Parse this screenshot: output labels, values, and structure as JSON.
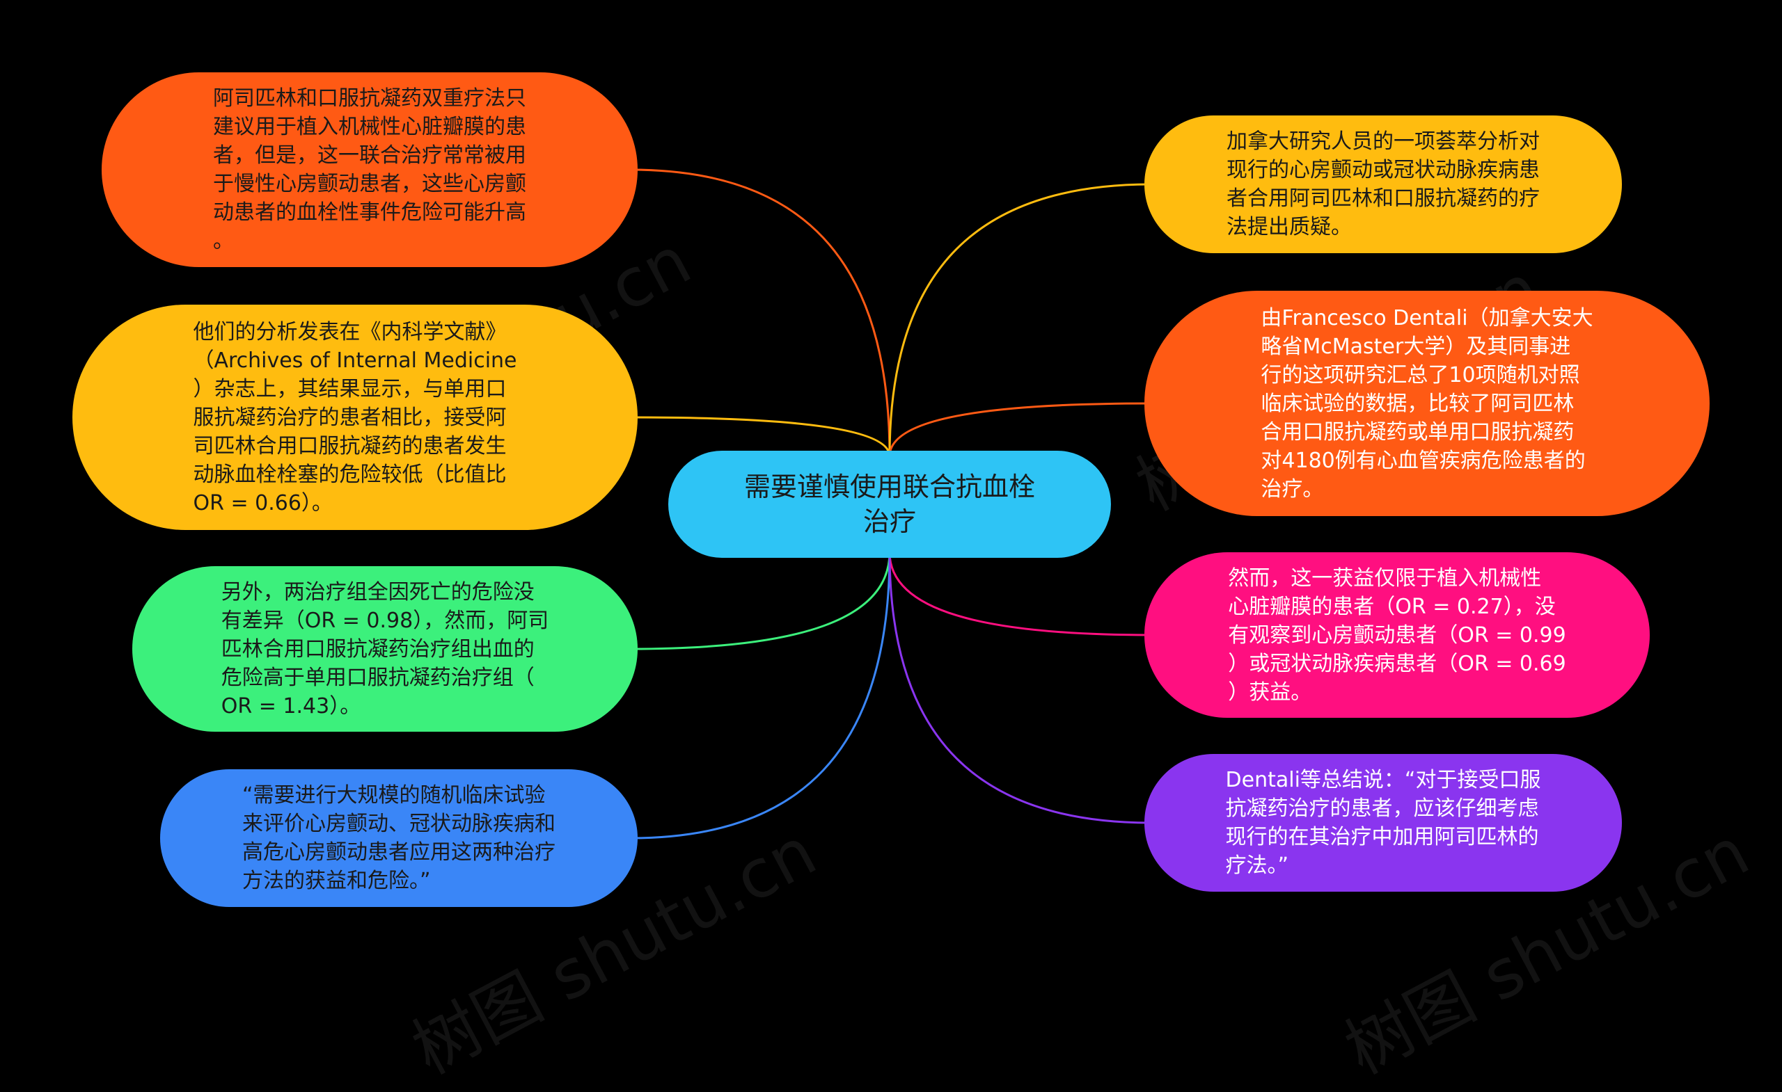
{
  "center": {
    "text": "需要谨慎使用联合抗血栓\n治疗",
    "color": "#2ec4f5"
  },
  "nodes": [
    {
      "id": "left-1",
      "color": "#ff5a14",
      "text": "阿司匹林和口服抗凝药双重疗法只\n建议用于植入机械性心脏瓣膜的患\n者，但是，这一联合治疗常常被用\n于慢性心房颤动患者，这些心房颤\n动患者的血栓性事件危险可能升高\n。"
    },
    {
      "id": "left-2",
      "color": "#ffbc0f",
      "text": "他们的分析发表在《内科学文献》\n（Archives of Internal Medicine\n）杂志上，其结果显示，与单用口\n服抗凝药治疗的患者相比，接受阿\n司匹林合用口服抗凝药的患者发生\n动脉血栓栓塞的危险较低（比值比\nOR = 0.66）。"
    },
    {
      "id": "left-3",
      "color": "#3cf07c",
      "text": "另外，两治疗组全因死亡的危险没\n有差异（OR = 0.98），然而，阿司\n匹林合用口服抗凝药治疗组出血的\n危险高于单用口服抗凝药治疗组（\nOR = 1.43）。"
    },
    {
      "id": "left-4",
      "color": "#3a86f7",
      "text": "“需要进行大规模的随机临床试验\n来评价心房颤动、冠状动脉疾病和\n高危心房颤动患者应用这两种治疗\n方法的获益和危险。”"
    },
    {
      "id": "right-1",
      "color": "#ffbc0f",
      "text": "加拿大研究人员的一项荟萃分析对\n现行的心房颤动或冠状动脉疾病患\n者合用阿司匹林和口服抗凝药的疗\n法提出质疑。"
    },
    {
      "id": "right-2",
      "color": "#ff5a14",
      "text": "由Francesco Dentali（加拿大安大\n略省McMaster大学）及其同事进\n行的这项研究汇总了10项随机对照\n临床试验的数据，比较了阿司匹林\n合用口服抗凝药或单用口服抗凝药\n对4180例有心血管疾病危险患者的\n治疗。"
    },
    {
      "id": "right-3",
      "color": "#ff0f80",
      "text": "然而，这一获益仅限于植入机械性\n心脏瓣膜的患者（OR = 0.27），没\n有观察到心房颤动患者（OR = 0.99\n）或冠状动脉疾病患者（OR = 0.69\n）获益。"
    },
    {
      "id": "right-4",
      "color": "#8a35ef",
      "text": "Dentali等总结说：“对于接受口服\n抗凝药治疗的患者，应该仔细考虑\n现行的在其治疗中加用阿司匹林的\n疗法。”"
    }
  ],
  "watermark": "树图 shutu.cn"
}
